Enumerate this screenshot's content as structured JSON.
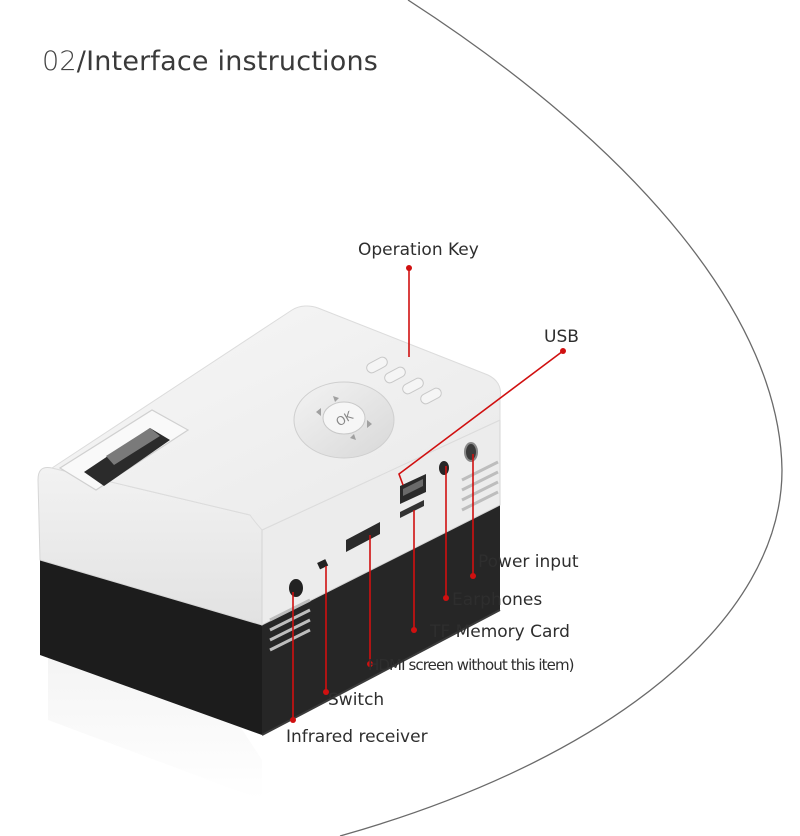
{
  "title": {
    "number": "02",
    "separator": "/",
    "text": "Interface instructions"
  },
  "callouts": {
    "operation_key": "Operation Key",
    "usb": "USB",
    "power_input": "Power input",
    "earphones": "Earphones",
    "tf_memory_card": "TF Memory Card",
    "hdmi": "HDMI screen without this item)",
    "switch": "Switch",
    "infrared_receiver": "Infrared receiver"
  },
  "device": {
    "ok_button": "OK"
  },
  "colors": {
    "leader_line": "#d01010",
    "curve": "#6a6a6a",
    "body_white": "#f4f4f4",
    "body_black": "#1c1c1c"
  }
}
